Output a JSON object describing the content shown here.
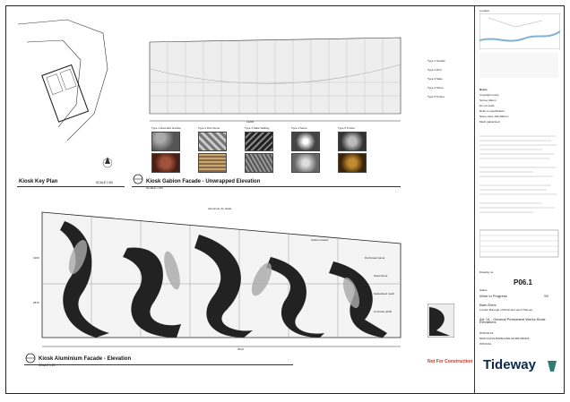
{
  "drawing": {
    "key_plan_title": "Kiosk Key Plan",
    "key_plan_scale": "SCALE 1:50",
    "gabion_title": "Kiosk Gabion Facade - Unwrapped Elevation",
    "gabion_scale": "SCALE 1:50",
    "aluminium_title": "Kiosk Aluminium Facade - Elevation",
    "aluminium_scale": "SCALE 1:20",
    "not_for_construction": "Not For Construction",
    "swatch_labels": [
      "Type 1 Rounded Granite",
      "Type 2 Flint Stone",
      "Type 3 Slate Walling",
      "Type 4 Stone",
      "Type 5 Timber"
    ],
    "legend_labels": [
      "Type 1 Granite",
      "Type 2 Flint",
      "Type 3 Slate",
      "Type 4 Stone",
      "Type 5 Timber"
    ],
    "callouts": [
      "Aluminium fin detail",
      "Gabion basket",
      "Perforated panel",
      "Steel frame",
      "Galvanised mesh",
      "Concrete plinth"
    ],
    "dimensions": [
      "3510",
      "1200",
      "2870",
      "11200"
    ]
  },
  "title_block": {
    "location_map_label": "Location",
    "notes_heading": "Notes:",
    "notes": [
      "Copyright notice",
      "Survey datum",
      "Do not scale",
      "Refer to specification",
      "Stone sizes 100-200mm",
      "Mesh galvanised"
    ],
    "drawing_no_label": "Drawing no.",
    "drawing_no": "P06.1",
    "status_label": "Status",
    "status": "Work In Progress",
    "revision": "S0",
    "site": "Barn Elms",
    "borough": "London Borough of Richmond upon Thames",
    "title": "Art. 01 - General Permanent Works Kiosk Elevations",
    "date": "2016-06-21",
    "ref": "5029-XAJVH-BARE1-820-AZ-DR-000429",
    "classification": "OFFICIAL",
    "brand": "Tideway"
  }
}
